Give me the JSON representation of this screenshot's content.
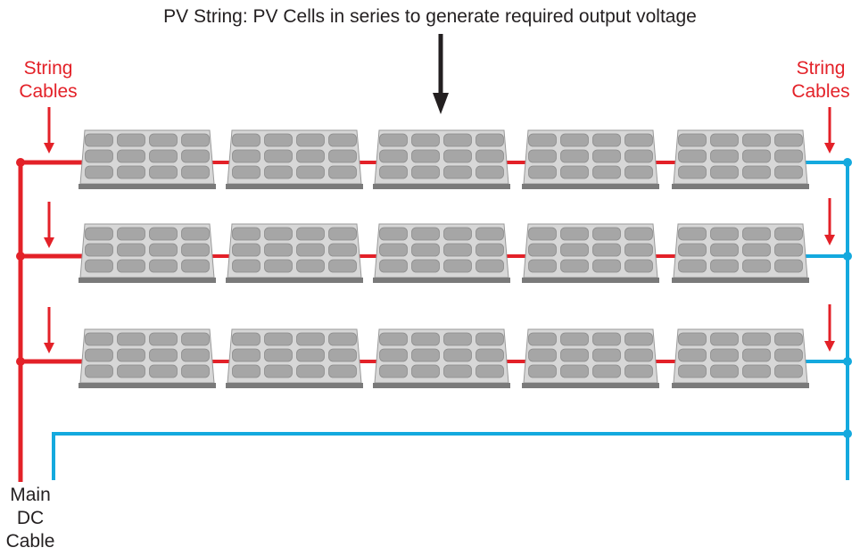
{
  "title": "PV String: PV Cells in series to generate required output voltage",
  "labels": {
    "left_string_cables": [
      "String",
      "Cables"
    ],
    "right_string_cables": [
      "String",
      "Cables"
    ],
    "main_dc_cable": [
      "Main",
      "DC",
      "Cable"
    ]
  },
  "layout": {
    "rows": 3,
    "panels_per_row": 5,
    "cells_per_panel": {
      "columns": 4,
      "rows": 3
    }
  },
  "colors": {
    "positive_cable": "#e32128",
    "negative_cable": "#14a9de",
    "panel_face": "#d7d7d7",
    "panel_base": "#7a7a7a",
    "cell": "#a6a6a6",
    "arrow": "#231f20",
    "text": "#231f20",
    "label_red": "#e32128"
  }
}
